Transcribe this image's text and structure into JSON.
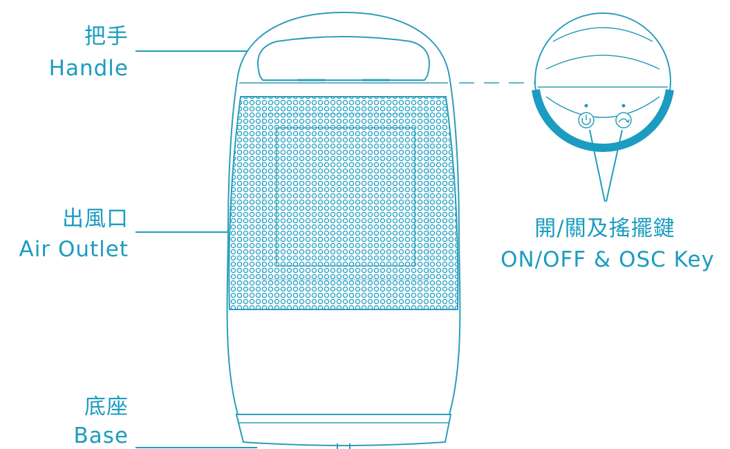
{
  "labels": {
    "handle": {
      "zh": "把手",
      "en": "Handle"
    },
    "outlet": {
      "zh": "出風口",
      "en": "Air Outlet"
    },
    "base": {
      "zh": "底座",
      "en": "Base"
    },
    "keys": {
      "zh": "開/關及搖擺鍵",
      "en": "ON/OFF & OSC Key"
    }
  },
  "colors": {
    "accent": "#1b9cc0",
    "outline": "#2a9cbb",
    "mesh": "#25a3c6"
  }
}
